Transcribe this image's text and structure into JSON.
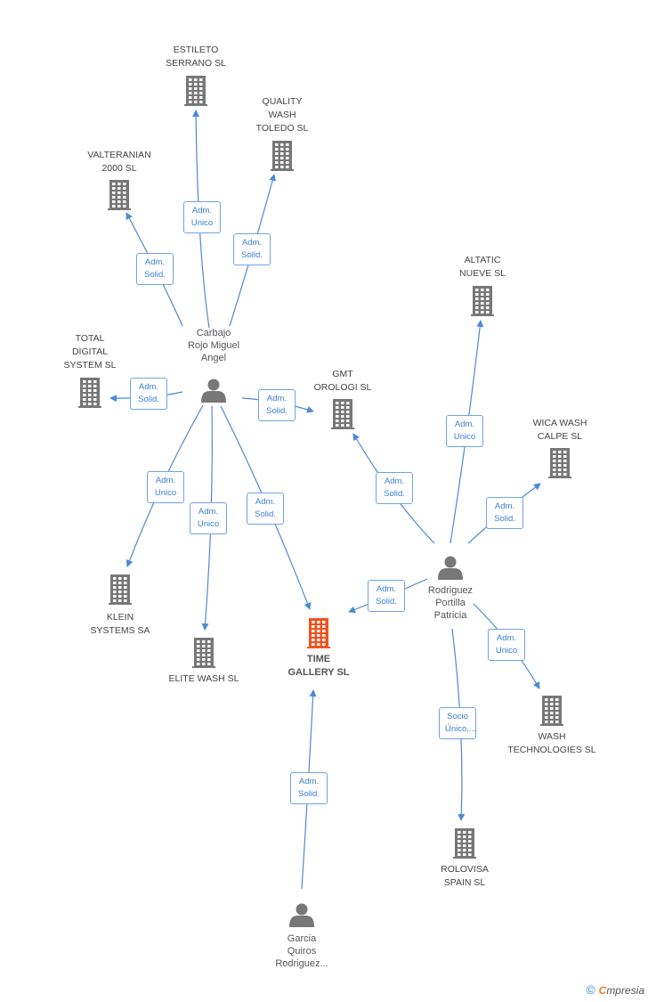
{
  "colors": {
    "company": "#777777",
    "company_main": "#f0521f",
    "person": "#777777",
    "edge": "#4a8ad8",
    "label_text": "#3a7fd5"
  },
  "nodes": [
    {
      "id": "estileto",
      "type": "company",
      "label": "ESTILETO\nSERRANO SL"
    },
    {
      "id": "quality",
      "type": "company",
      "label": "QUALITY\nWASH\nTOLEDO SL"
    },
    {
      "id": "valteranian",
      "type": "company",
      "label": "VALTERANIAN\n2000 SL"
    },
    {
      "id": "altatic",
      "type": "company",
      "label": "ALTATIC\nNUEVE  SL"
    },
    {
      "id": "total",
      "type": "company",
      "label": "TOTAL\nDIGITAL\nSYSTEM SL"
    },
    {
      "id": "gmt",
      "type": "company",
      "label": "GMT\nOROLOGI SL"
    },
    {
      "id": "wica",
      "type": "company",
      "label": "WICA WASH\nCALPE SL"
    },
    {
      "id": "klein",
      "type": "company",
      "label": "KLEIN\nSYSTEMS SA"
    },
    {
      "id": "elite",
      "type": "company",
      "label": "ELITE WASH SL"
    },
    {
      "id": "time",
      "type": "company_main",
      "label": "TIME\nGALLERY SL"
    },
    {
      "id": "washtech",
      "type": "company",
      "label": "WASH\nTECHNOLOGIES SL"
    },
    {
      "id": "rolovisa",
      "type": "company",
      "label": "ROLOVISA\nSPAIN  SL"
    },
    {
      "id": "carbajo",
      "type": "person",
      "label": "Carbajo\nRojo Miguel\nAngel"
    },
    {
      "id": "rodriguez",
      "type": "person",
      "label": "Rodriguez\nPortilla\nPatricia"
    },
    {
      "id": "garcia",
      "type": "person",
      "label": "Garcia\nQuiros\nRodriguez..."
    }
  ],
  "edges": [
    {
      "from": "carbajo",
      "to": "estileto",
      "label": "Adm.\nUnico"
    },
    {
      "from": "carbajo",
      "to": "quality",
      "label": "Adm.\nSolid."
    },
    {
      "from": "carbajo",
      "to": "valteranian",
      "label": "Adm.\nSolid."
    },
    {
      "from": "carbajo",
      "to": "total",
      "label": "Adm.\nSolid."
    },
    {
      "from": "carbajo",
      "to": "gmt",
      "label": "Adm.\nSolid."
    },
    {
      "from": "carbajo",
      "to": "klein",
      "label": "Adm.\nUnico"
    },
    {
      "from": "carbajo",
      "to": "elite",
      "label": "Adm.\nUnico"
    },
    {
      "from": "carbajo",
      "to": "time",
      "label": "Adm.\nSolid."
    },
    {
      "from": "rodriguez",
      "to": "gmt",
      "label": "Adm.\nSolid."
    },
    {
      "from": "rodriguez",
      "to": "altatic",
      "label": "Adm.\nUnico"
    },
    {
      "from": "rodriguez",
      "to": "wica",
      "label": "Adm.\nSolid."
    },
    {
      "from": "rodriguez",
      "to": "time",
      "label": "Adm.\nSolid."
    },
    {
      "from": "rodriguez",
      "to": "washtech",
      "label": "Adm.\nUnico"
    },
    {
      "from": "rodriguez",
      "to": "rolovisa",
      "label": "Socio\nÚnico,..."
    },
    {
      "from": "garcia",
      "to": "time",
      "label": "Adm.\nSolid."
    }
  ],
  "footer": {
    "copyright": "©",
    "brand_first": "C",
    "brand_rest": "mpresia"
  }
}
